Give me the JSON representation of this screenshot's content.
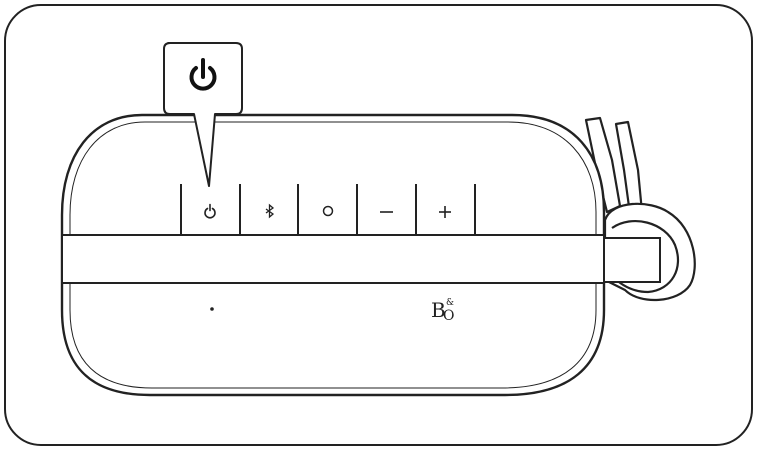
{
  "callout": {
    "icon": "power-icon"
  },
  "buttons": [
    {
      "id": "power",
      "icon": "power-icon",
      "symbol": "⏻"
    },
    {
      "id": "bluetooth",
      "icon": "bluetooth-icon",
      "symbol": "✻"
    },
    {
      "id": "play",
      "icon": "circle-icon",
      "symbol": "○"
    },
    {
      "id": "volume-down",
      "icon": "minus-icon",
      "symbol": "−"
    },
    {
      "id": "volume-up",
      "icon": "plus-icon",
      "symbol": "+"
    }
  ],
  "brand": {
    "logo": "B&O",
    "main": "B",
    "super": "&",
    "sub": "O"
  },
  "colors": {
    "line": "#222222",
    "background": "#ffffff"
  }
}
